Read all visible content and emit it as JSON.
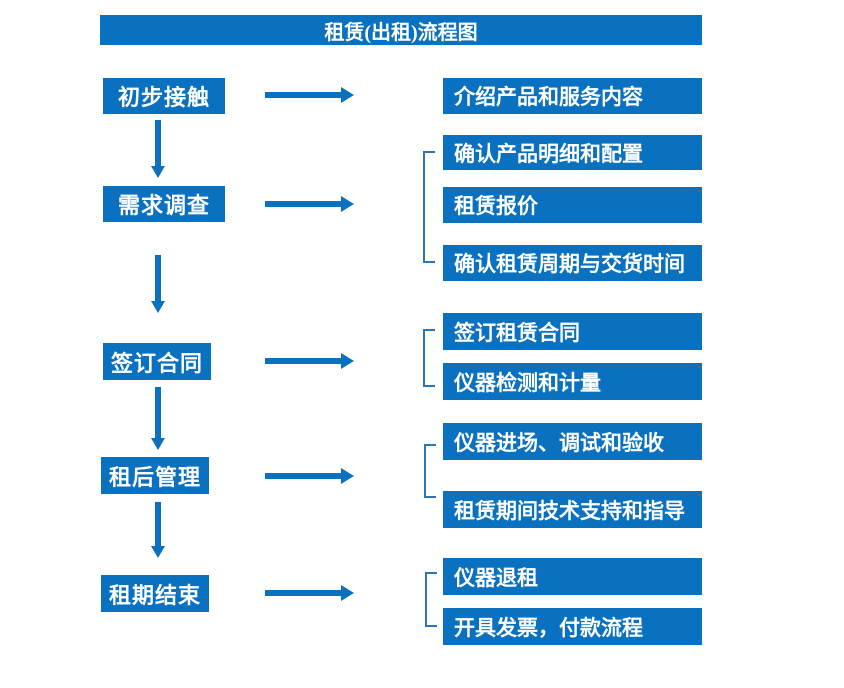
{
  "title": "租赁(出租)流程图",
  "colors": {
    "primary_blue": "#0a70c0",
    "bracket_blue": "#2e75b6",
    "text": "#ffffff",
    "background": "#ffffff"
  },
  "steps": [
    {
      "label": "初步接触",
      "details": [
        "介绍产品和服务内容"
      ]
    },
    {
      "label": "需求调查",
      "details": [
        "确认产品明细和配置",
        "租赁报价",
        "确认租赁周期与交货时间"
      ]
    },
    {
      "label": "签订合同",
      "details": [
        "签订租赁合同",
        "仪器检测和计量"
      ]
    },
    {
      "label": "租后管理",
      "details": [
        "仪器进场、调试和验收",
        "租赁期间技术支持和指导"
      ]
    },
    {
      "label": "租期结束",
      "details": [
        "仪器退租",
        "开具发票，付款流程"
      ]
    }
  ]
}
